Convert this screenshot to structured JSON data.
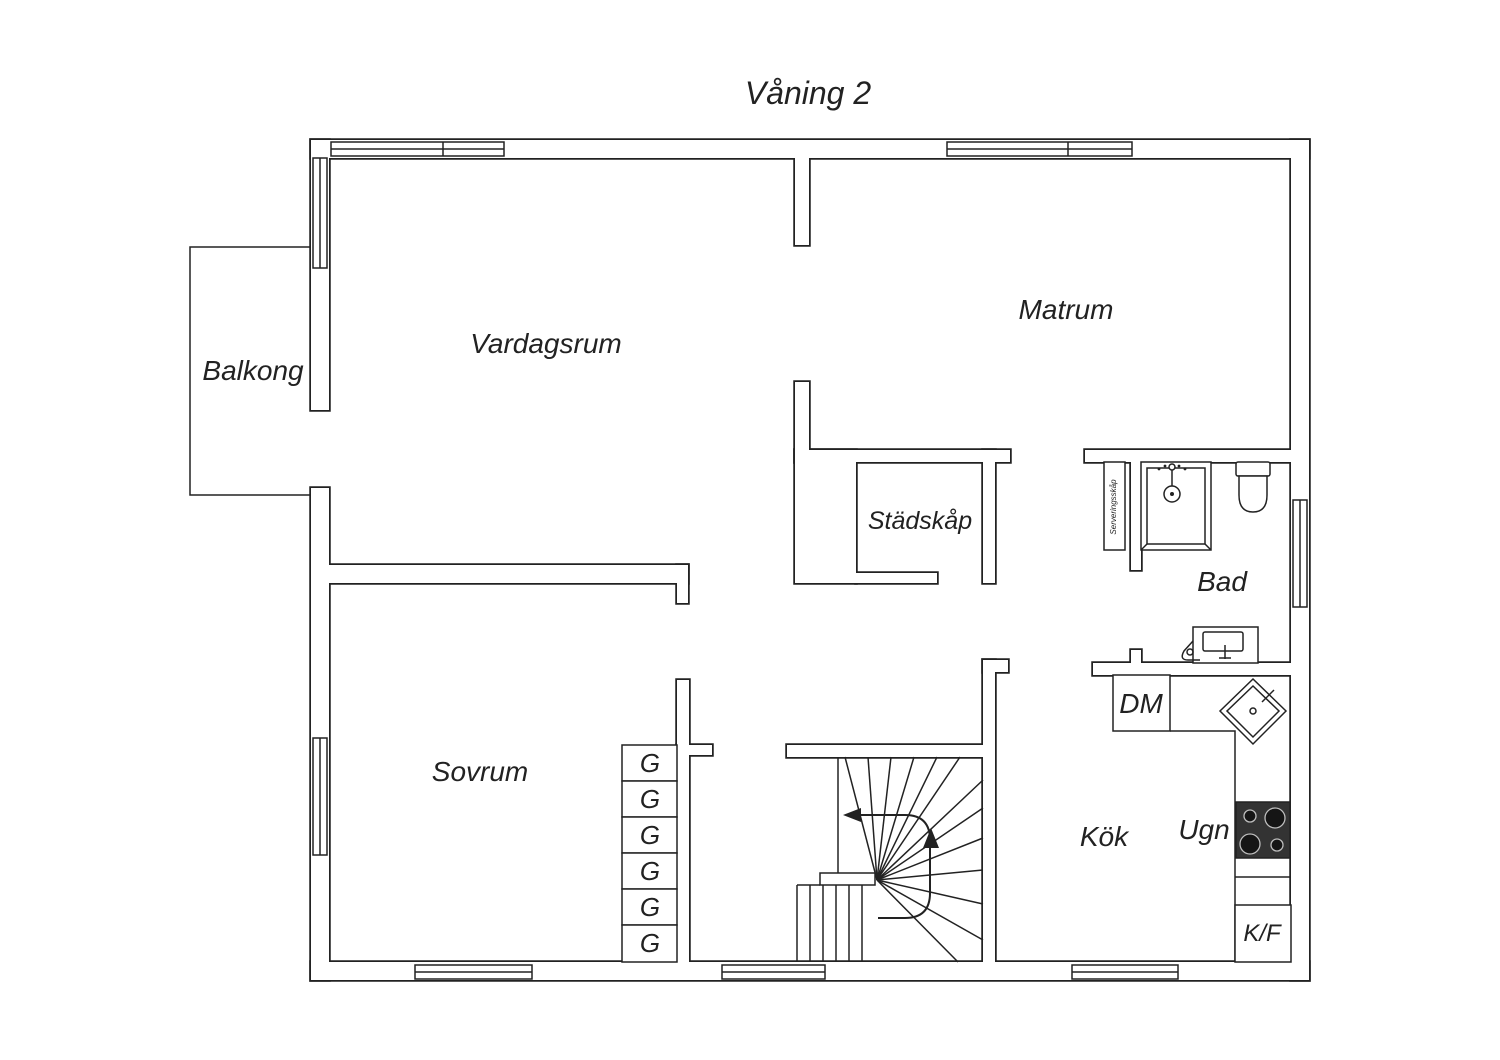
{
  "title": "Våning 2",
  "rooms": {
    "balkong": "Balkong",
    "vardagsrum": "Vardagsrum",
    "matrum": "Matrum",
    "stadskap": "Städskåp",
    "bad": "Bad",
    "sovrum": "Sovrum",
    "kok": "Kök"
  },
  "fixtures": {
    "serveringsskap": "Serveringsskåp",
    "dm": "DM",
    "ugn": "Ugn",
    "kf": "K/F",
    "g": [
      "G",
      "G",
      "G",
      "G",
      "G",
      "G"
    ]
  },
  "colors": {
    "line": "#222222",
    "background": "#ffffff",
    "stove": "#333333"
  }
}
